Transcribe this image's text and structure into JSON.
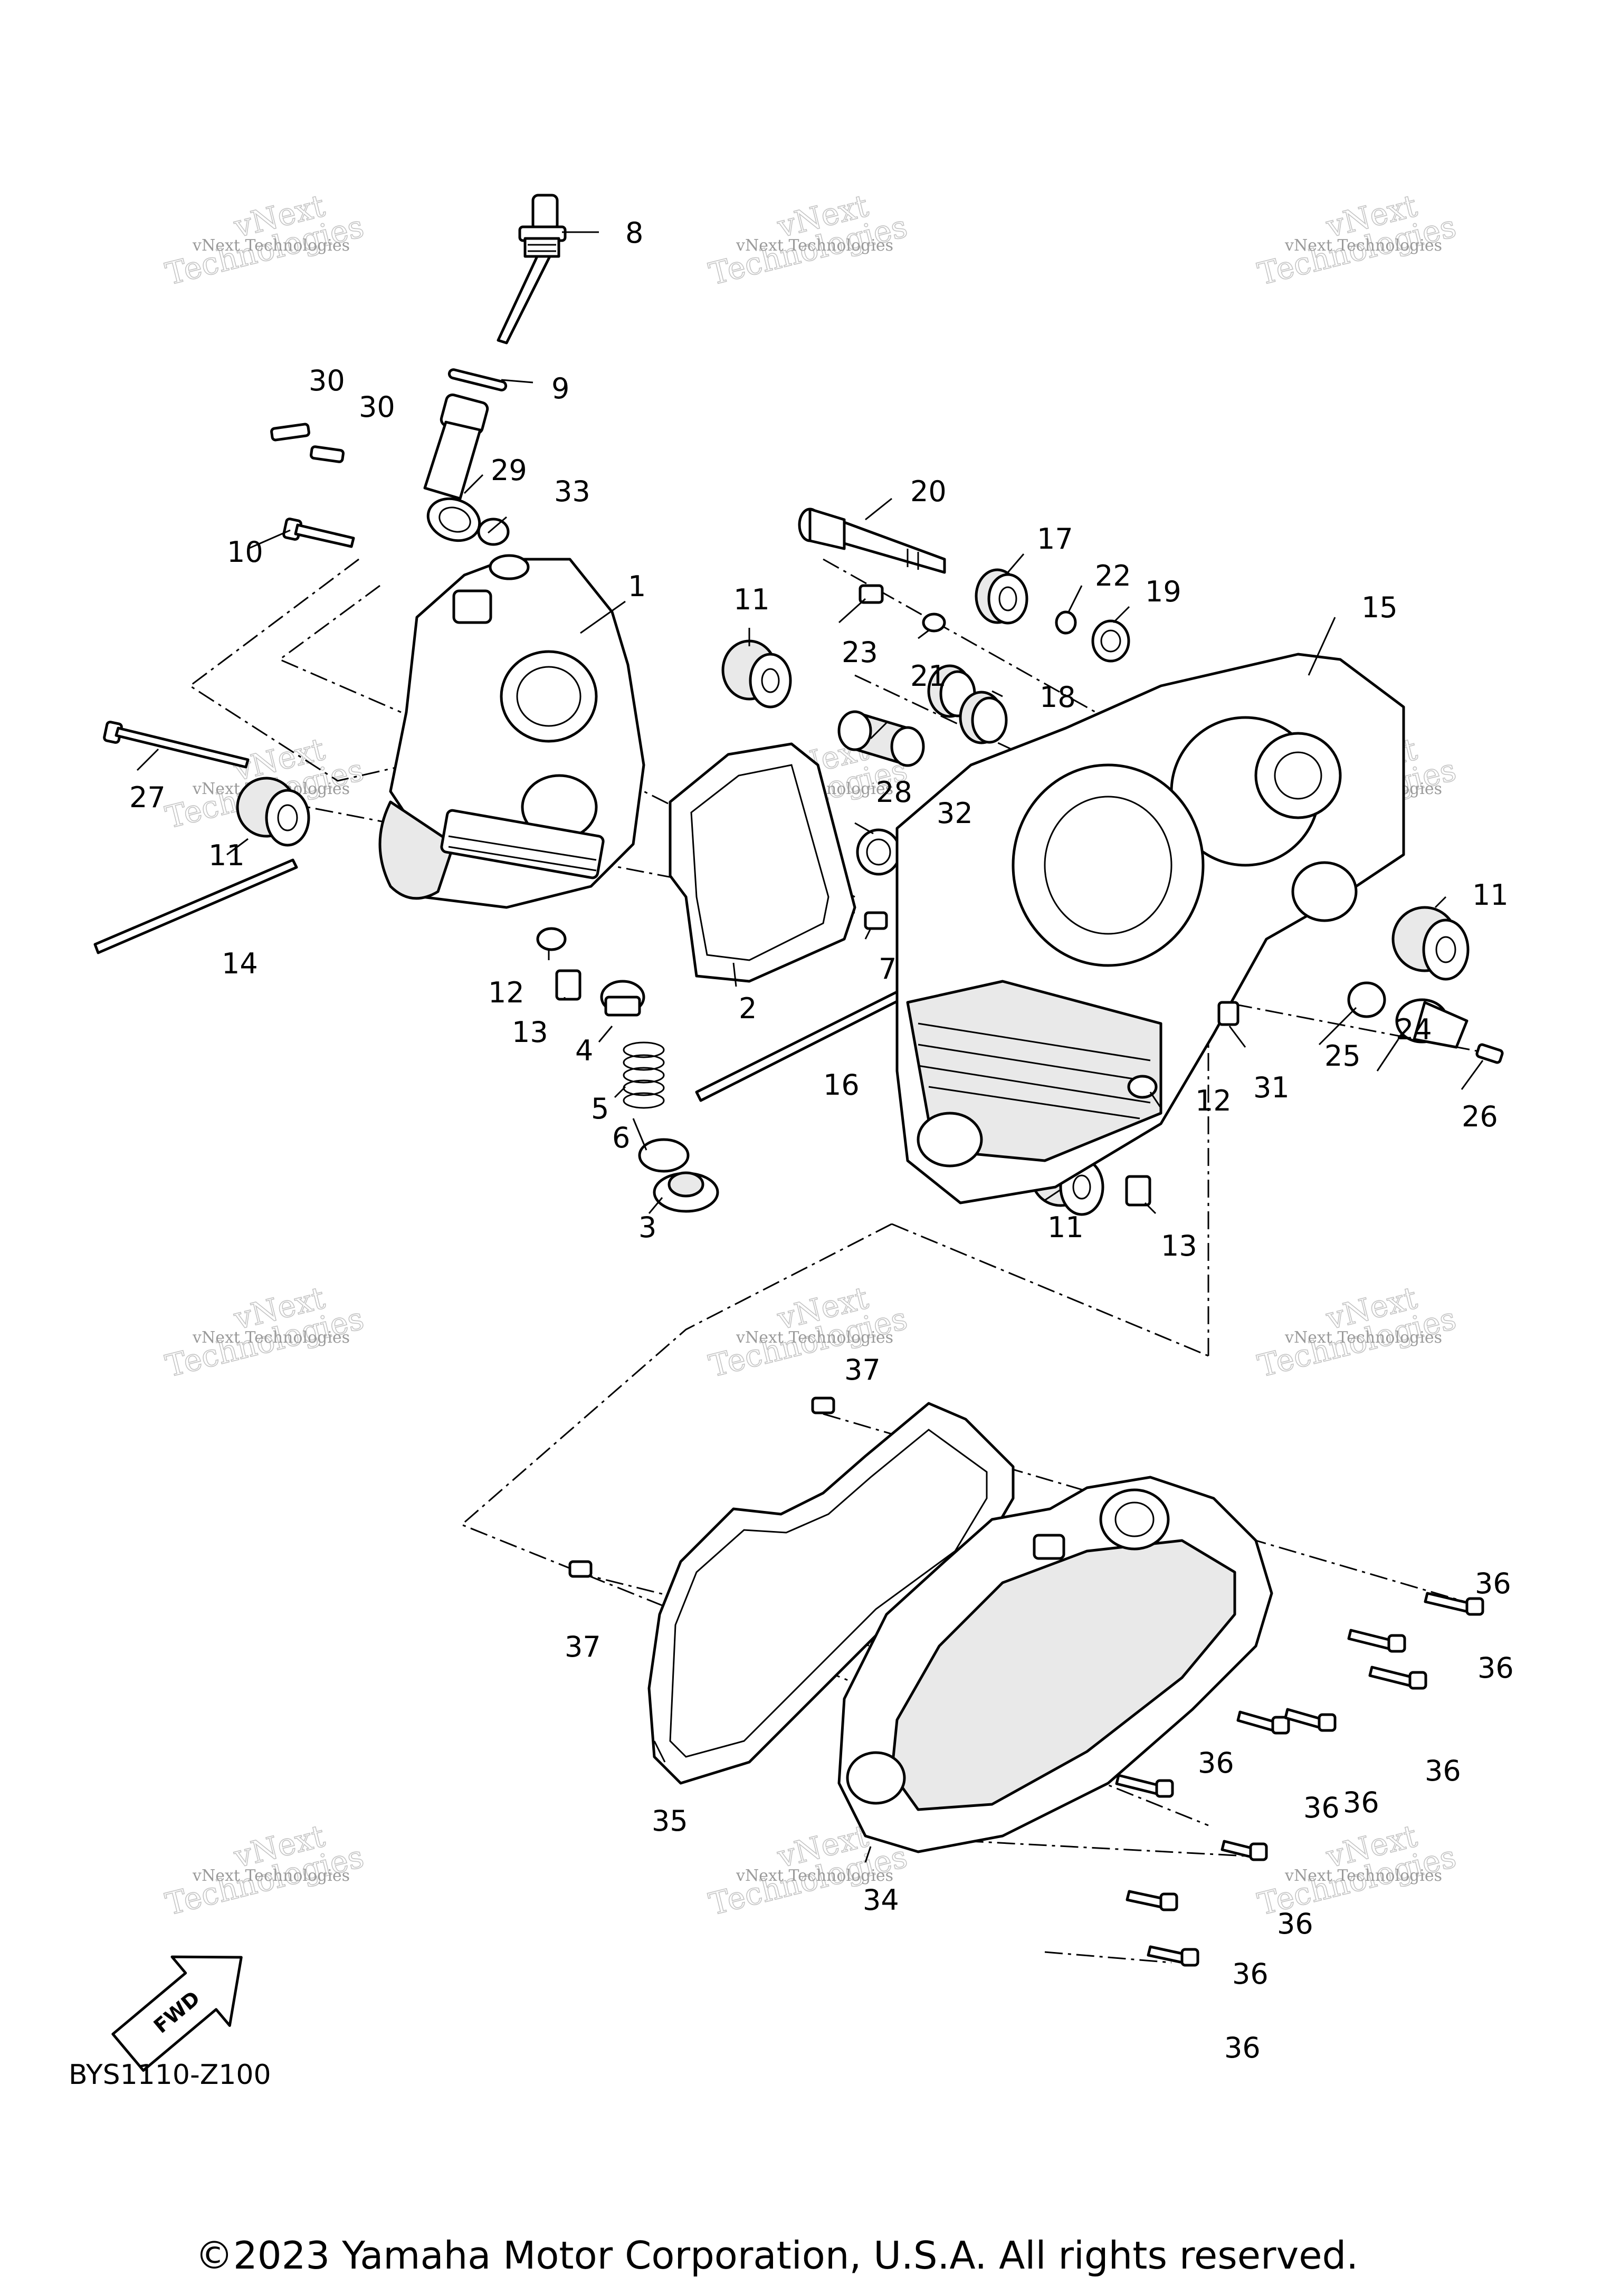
{
  "diagram_code": "BYS1110-Z100",
  "fwd_label": "FWD",
  "copyright": "©2023 Yamaha Motor Corporation, U.S.A. All rights reserved.",
  "watermark": {
    "line1": "vNext Technologies",
    "line2": "vNext",
    "line3": "Technologies"
  },
  "callouts": [
    "1",
    "2",
    "3",
    "4",
    "5",
    "6",
    "7",
    "8",
    "9",
    "10",
    "11",
    "11",
    "11",
    "11",
    "12",
    "12",
    "13",
    "13",
    "14",
    "15",
    "16",
    "17",
    "18",
    "19",
    "20",
    "21",
    "22",
    "23",
    "24",
    "25",
    "26",
    "27",
    "28",
    "29",
    "30",
    "30",
    "31",
    "32",
    "33",
    "34",
    "35",
    "36",
    "36",
    "36",
    "36",
    "36",
    "36",
    "36",
    "36",
    "36",
    "37",
    "37"
  ]
}
